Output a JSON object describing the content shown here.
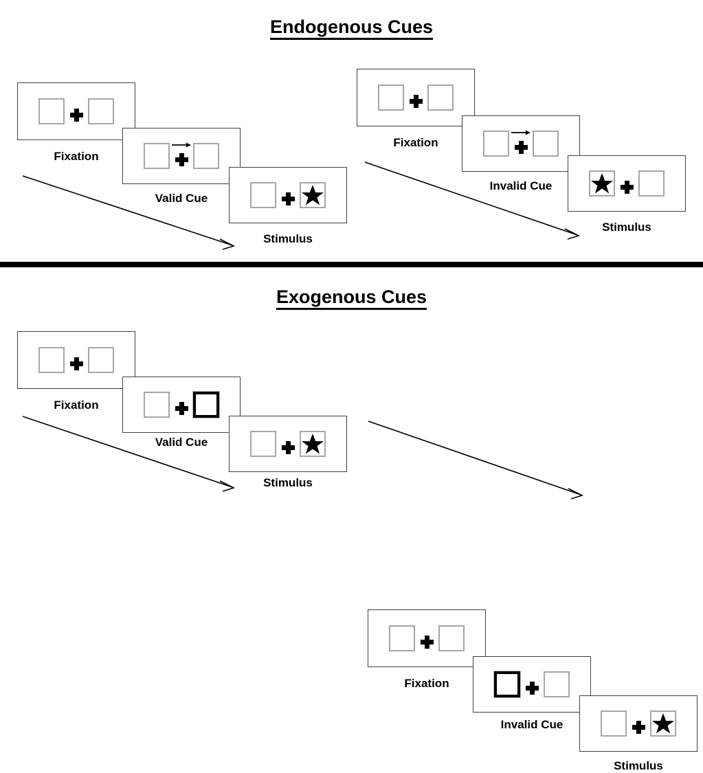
{
  "figure": {
    "title_top": "Endogenous Cues",
    "title_bottom": "Exogenous Cues"
  },
  "sections": [
    {
      "id": "endogenous",
      "title": "Endogenous Cues",
      "sequences": [
        {
          "id": "endogenous-valid",
          "panels": [
            {
              "id": "fixation",
              "caption": "Fixation",
              "cue_type": "none",
              "left_box": "empty",
              "right_box": "empty"
            },
            {
              "id": "valid-cue",
              "caption": "Valid Cue",
              "cue_type": "arrow-right",
              "left_box": "empty",
              "right_box": "empty"
            },
            {
              "id": "stimulus",
              "caption": "Stimulus",
              "cue_type": "none",
              "left_box": "empty",
              "right_box": "star"
            }
          ]
        },
        {
          "id": "endogenous-invalid",
          "panels": [
            {
              "id": "fixation",
              "caption": "Fixation",
              "cue_type": "none",
              "left_box": "empty",
              "right_box": "empty"
            },
            {
              "id": "invalid-cue",
              "caption": "Invalid Cue",
              "cue_type": "arrow-right",
              "left_box": "empty",
              "right_box": "empty"
            },
            {
              "id": "stimulus",
              "caption": "Stimulus",
              "cue_type": "none",
              "left_box": "star",
              "right_box": "empty"
            }
          ]
        }
      ]
    },
    {
      "id": "exogenous",
      "title": "Exogenous Cues",
      "sequences": [
        {
          "id": "exogenous-valid",
          "panels": [
            {
              "id": "fixation",
              "caption": "Fixation",
              "cue_type": "none",
              "left_box": "empty",
              "right_box": "empty"
            },
            {
              "id": "valid-cue",
              "caption": "Valid Cue",
              "cue_type": "box-flash-right",
              "left_box": "empty",
              "right_box": "cued"
            },
            {
              "id": "stimulus",
              "caption": "Stimulus",
              "cue_type": "none",
              "left_box": "empty",
              "right_box": "star"
            }
          ]
        },
        {
          "id": "exogenous-invalid",
          "panels": [
            {
              "id": "fixation",
              "caption": "Fixation",
              "cue_type": "none",
              "left_box": "empty",
              "right_box": "empty"
            },
            {
              "id": "invalid-cue",
              "caption": "Invalid Cue",
              "cue_type": "box-flash-left",
              "left_box": "cued",
              "right_box": "empty"
            },
            {
              "id": "stimulus",
              "caption": "Stimulus",
              "cue_type": "none",
              "left_box": "empty",
              "right_box": "star"
            }
          ]
        }
      ]
    }
  ],
  "icons": {
    "fixation_cross": "plus-icon",
    "target": "star-icon",
    "cue": "arrow-right-icon",
    "time": "diagonal-time-arrow-icon"
  },
  "colors": {
    "ink": "#000000",
    "panel_border": "#3f3f3f",
    "box_border": "#a6a6a6",
    "cued_box_border": "#000000",
    "background": "#ffffff"
  }
}
